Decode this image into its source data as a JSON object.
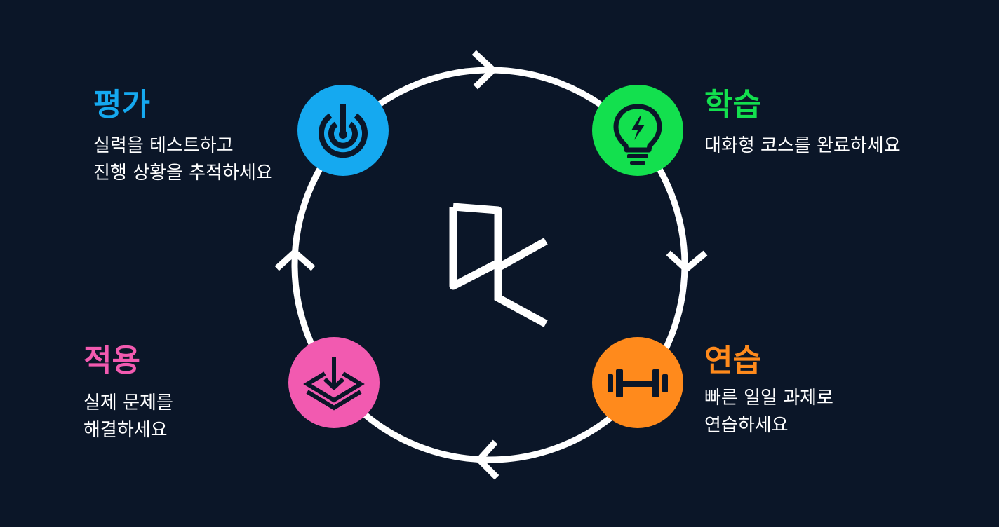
{
  "colors": {
    "background": "#0b1628",
    "ring": "#ffffff",
    "assess": "#15a9f0",
    "learn": "#13e04e",
    "practice": "#ff8a1c",
    "apply": "#f25ab0"
  },
  "stages": {
    "assess": {
      "title": "평가",
      "description": "실력을 테스트하고\n진행 상황을 추적하세요",
      "icon": "target-icon",
      "color": "#15a9f0"
    },
    "learn": {
      "title": "학습",
      "description": "대화형 코스를 완료하세요",
      "icon": "lightbulb-icon",
      "color": "#13e04e"
    },
    "practice": {
      "title": "연습",
      "description": "빠른 일일 과제로\n연습하세요",
      "icon": "dumbbell-icon",
      "color": "#ff8a1c"
    },
    "apply": {
      "title": "적용",
      "description": "실제 문제를\n해결하세요",
      "icon": "download-layers-icon",
      "color": "#f25ab0"
    }
  },
  "center_logo": "datacamp-logo"
}
